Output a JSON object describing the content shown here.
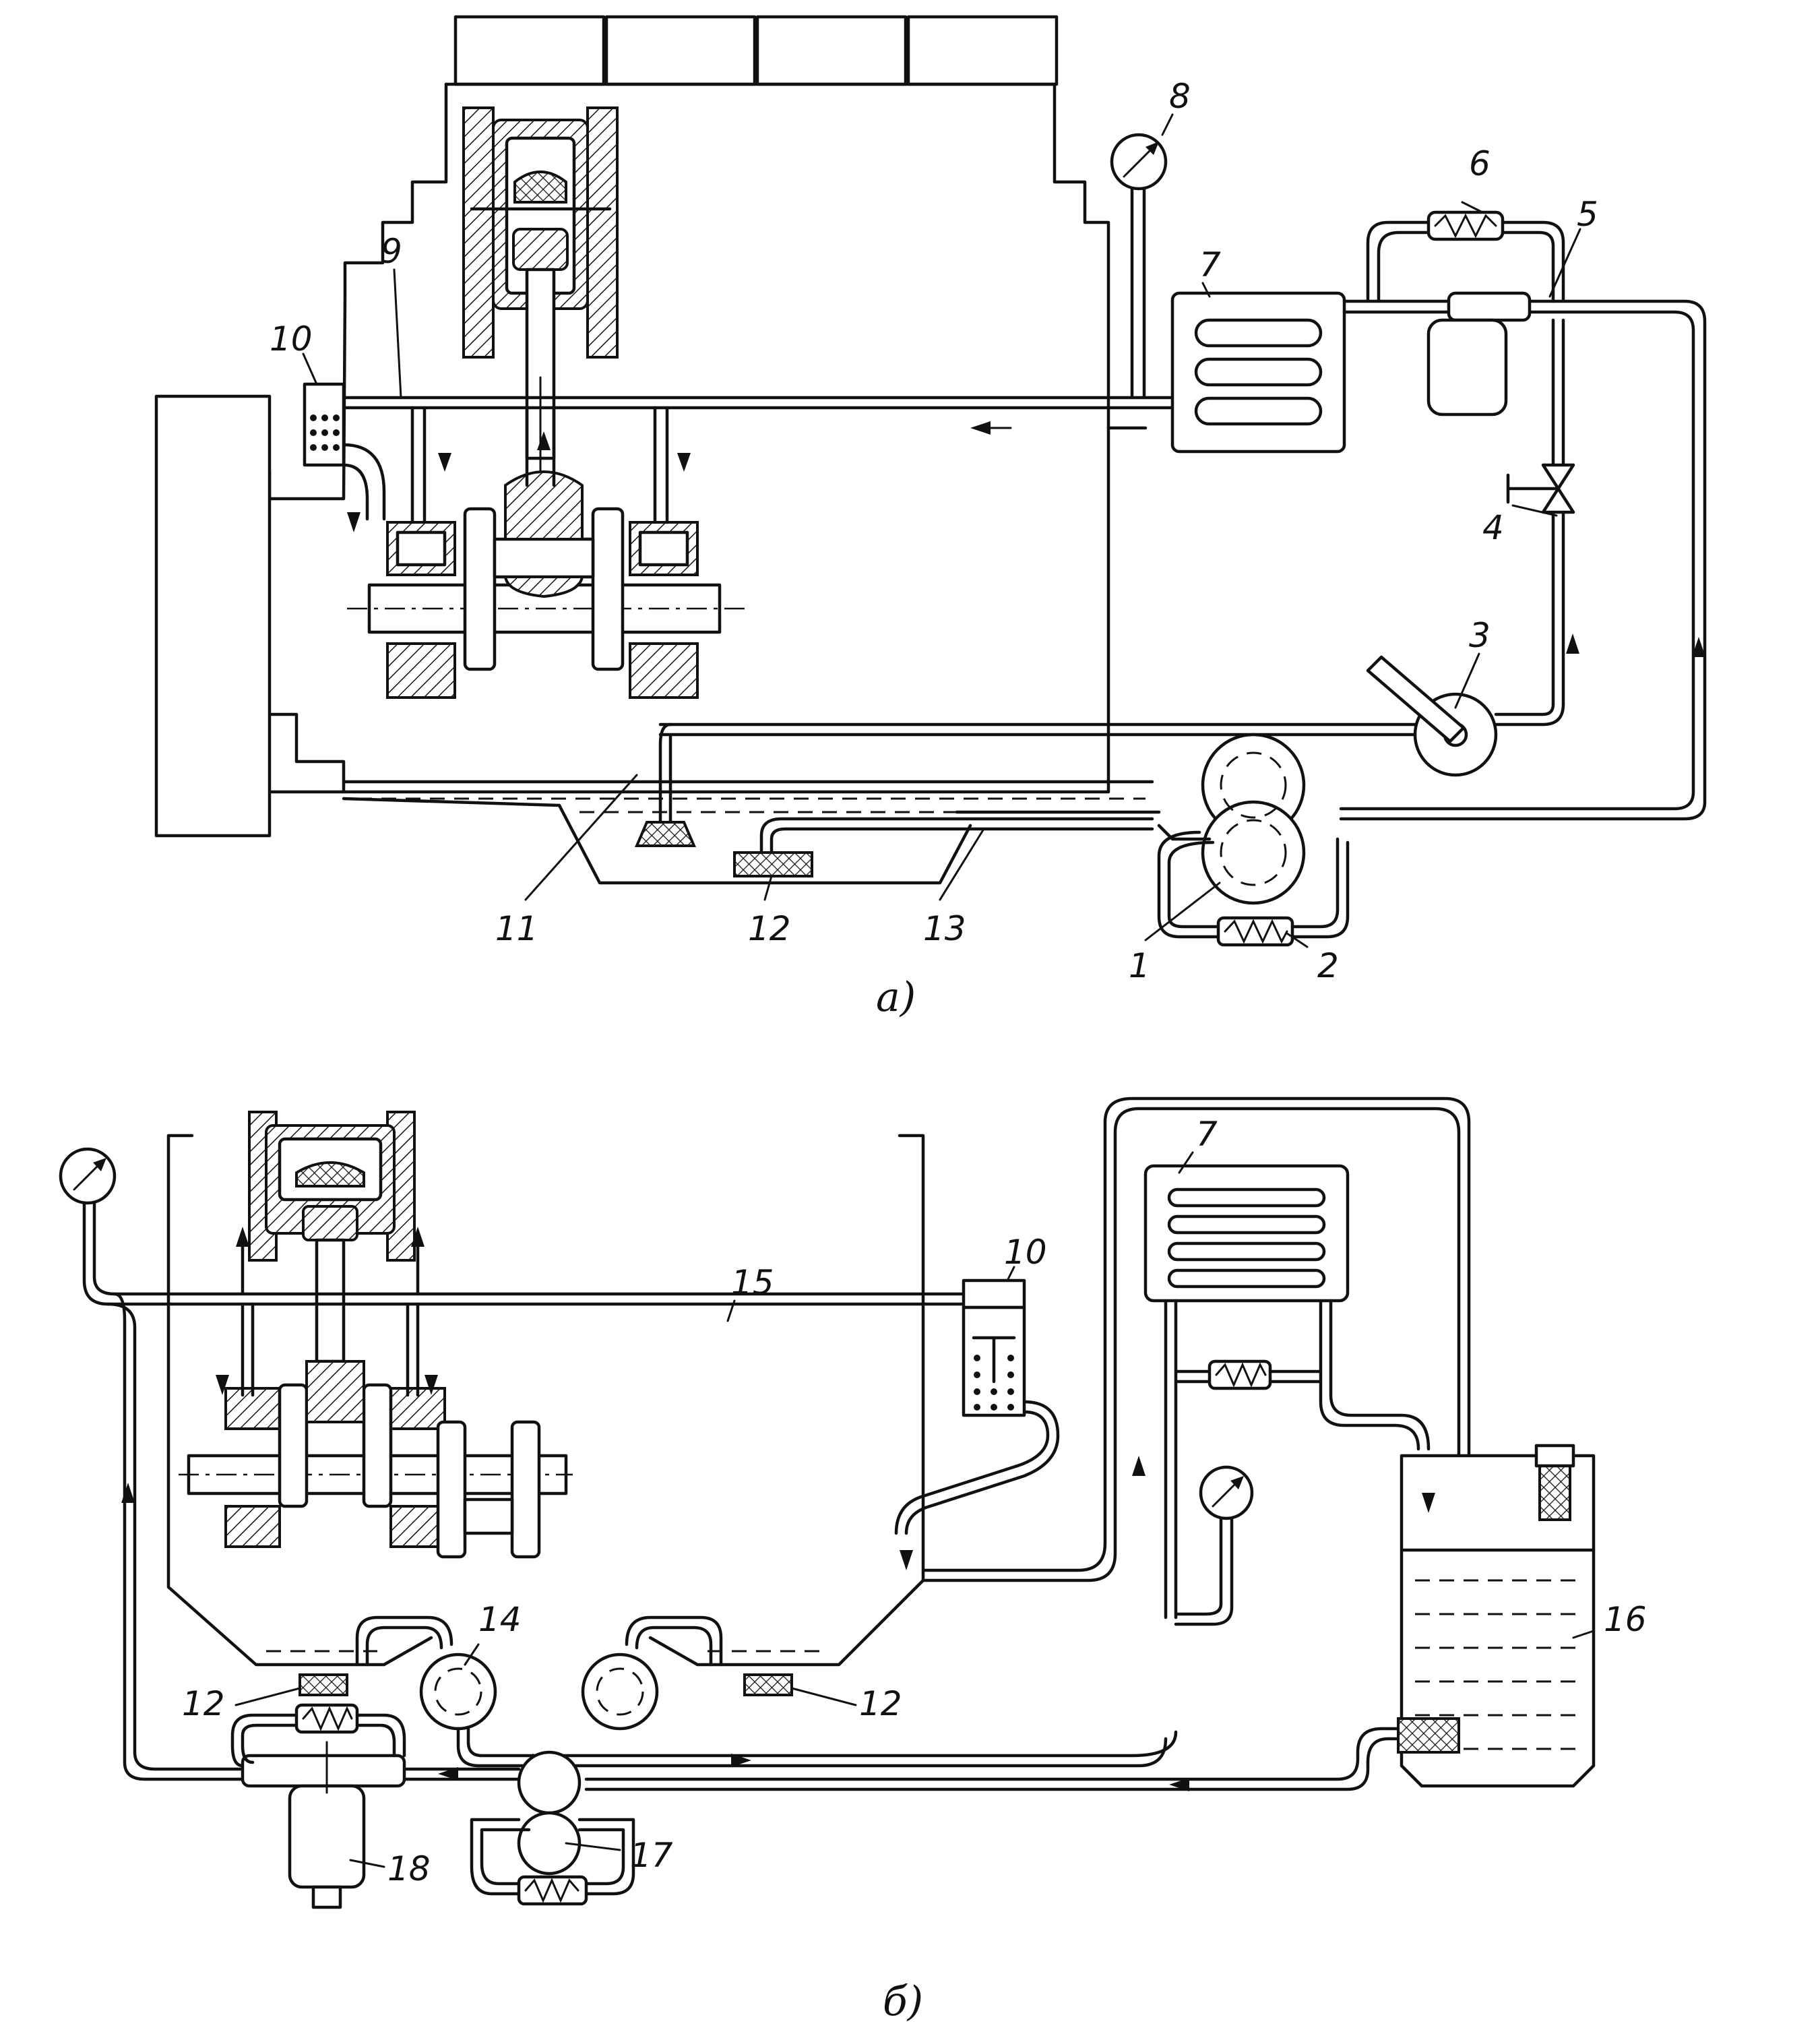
{
  "figure": {
    "panel_a": {
      "caption": "a)",
      "labels": {
        "l1": "1",
        "l2": "2",
        "l3": "3",
        "l4": "4",
        "l5": "5",
        "l6": "6",
        "l7": "7",
        "l8": "8",
        "l9": "9",
        "l10": "10",
        "l11": "11",
        "l12": "12",
        "l13": "13"
      }
    },
    "panel_b": {
      "caption": "б)",
      "labels": {
        "l7": "7",
        "l10": "10",
        "l12a": "12",
        "l12b": "12",
        "l14": "14",
        "l15": "15",
        "l16": "16",
        "l17": "17",
        "l18": "18"
      }
    }
  }
}
